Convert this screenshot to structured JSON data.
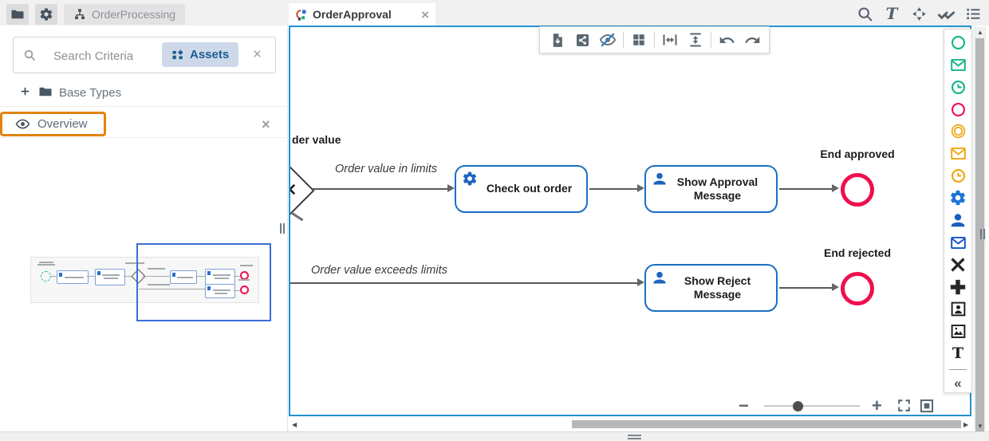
{
  "glyphs": {
    "close": "×",
    "minus": "−",
    "plus": "+",
    "add": "+",
    "collapse": "«",
    "text_letter": "T",
    "scroll_left": "◀",
    "scroll_right": "▶",
    "scroll_up": "▲",
    "scroll_down": "▼"
  },
  "topbar": {
    "workspace_tab": {
      "label": "OrderProcessing"
    },
    "buttons": [
      "folder",
      "settings"
    ],
    "right_icons": [
      "search",
      "text",
      "connector",
      "validate",
      "list"
    ]
  },
  "sidebar": {
    "search": {
      "placeholder": "Search Criteria",
      "filter_button": "Assets"
    },
    "tree": {
      "items": [
        {
          "label": "Base Types",
          "icon": "folder"
        }
      ]
    },
    "overview": {
      "title": "Overview"
    }
  },
  "editor": {
    "tab": {
      "label": "OrderApproval"
    },
    "toolbar": {
      "icons": [
        "export",
        "share",
        "hide",
        "grid",
        "fit-width",
        "fit-height",
        "undo",
        "redo"
      ]
    },
    "palette": {
      "items": [
        "start-event",
        "message-start-event",
        "timer-start-event",
        "end-event",
        "intermediate-event",
        "message-intermediate-event",
        "timer-intermediate-event",
        "service-task",
        "user-task",
        "send-task",
        "exclusive-gateway",
        "parallel-gateway",
        "role",
        "image",
        "text-annotation",
        "collapse-palette"
      ]
    },
    "diagram": {
      "clipped_label": "der value",
      "gateway": {
        "type": "exclusive"
      },
      "flows": [
        {
          "label": "Order value in limits"
        },
        {
          "label": "Order value exceeds limits"
        }
      ],
      "tasks": [
        {
          "label": "Check out order",
          "icon": "service"
        },
        {
          "label": "Show Approval Message",
          "icon": "user"
        },
        {
          "label": "Show Reject Message",
          "icon": "user"
        }
      ],
      "events": [
        {
          "label": "End approved"
        },
        {
          "label": "End rejected"
        }
      ]
    },
    "zoom": {
      "slider_position": 0.35
    }
  },
  "colors": {
    "canvas_border": "#2492d1",
    "task_border": "#1a6fc4",
    "end_event_red": "#ef0f4e",
    "palette_green": "#12b389",
    "palette_orange": "#eda710",
    "palette_blue": "#1b74d6",
    "highlight_orange": "#e2830f",
    "assets_button_bg": "#cdd9e9",
    "assets_button_fg": "#1c5e8f",
    "viewport_blue": "#3a6fd8"
  }
}
